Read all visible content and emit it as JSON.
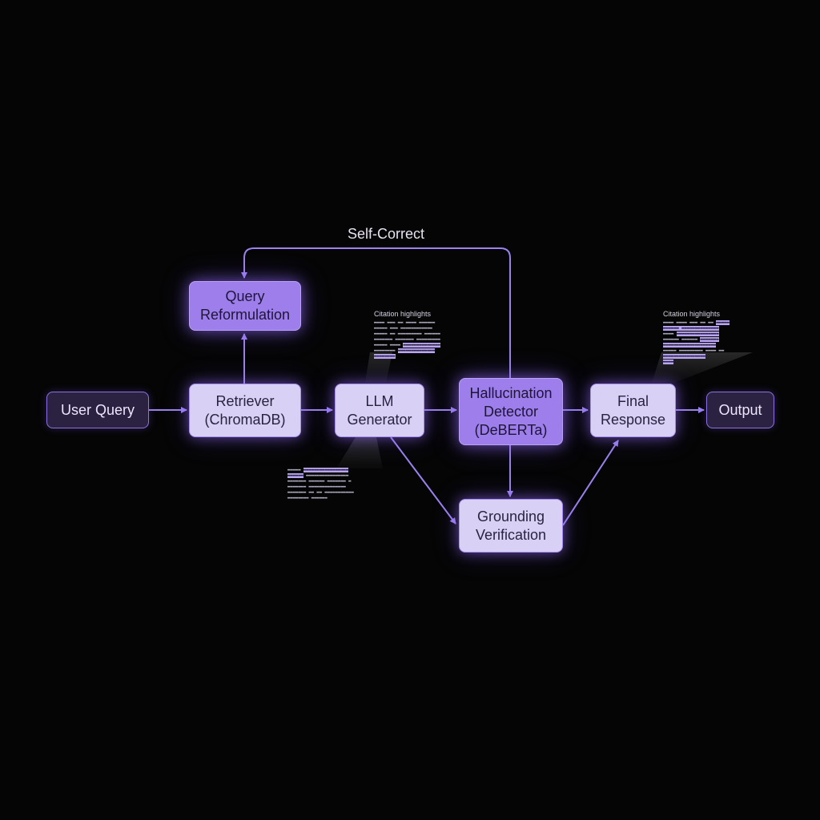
{
  "diagram": {
    "nodes": {
      "user_query": {
        "label": "User Query"
      },
      "query_reformulation": {
        "label": "Query\nReformulation"
      },
      "retriever": {
        "label": "Retriever\n(ChromaDB)"
      },
      "llm_generator": {
        "label": "LLM\nGenerator"
      },
      "hallucination_detector": {
        "label": "Hallucination\nDetector\n(DeBERTa)"
      },
      "grounding_verification": {
        "label": "Grounding\nVerification"
      },
      "final_response": {
        "label": "Final\nResponse"
      },
      "output": {
        "label": "Output"
      }
    },
    "edges": [
      {
        "from": "user_query",
        "to": "retriever"
      },
      {
        "from": "retriever",
        "to": "query_reformulation"
      },
      {
        "from": "retriever",
        "to": "llm_generator"
      },
      {
        "from": "llm_generator",
        "to": "hallucination_detector"
      },
      {
        "from": "llm_generator",
        "to": "grounding_verification"
      },
      {
        "from": "hallucination_detector",
        "to": "final_response"
      },
      {
        "from": "hallucination_detector",
        "to": "grounding_verification"
      },
      {
        "from": "grounding_verification",
        "to": "final_response"
      },
      {
        "from": "final_response",
        "to": "output"
      },
      {
        "from": "hallucination_detector",
        "to": "query_reformulation",
        "label": "Self-Correct"
      }
    ],
    "self_correct_label": "Self-Correct",
    "citations": [
      {
        "title": "Citation highlights"
      },
      {
        "title": "Citation highlights"
      }
    ],
    "colors": {
      "background": "#050505",
      "accent": "#9d7eea",
      "node_light": "#d9d0f5",
      "node_dark": "#2b2140",
      "edge": "#9b82ee"
    }
  }
}
